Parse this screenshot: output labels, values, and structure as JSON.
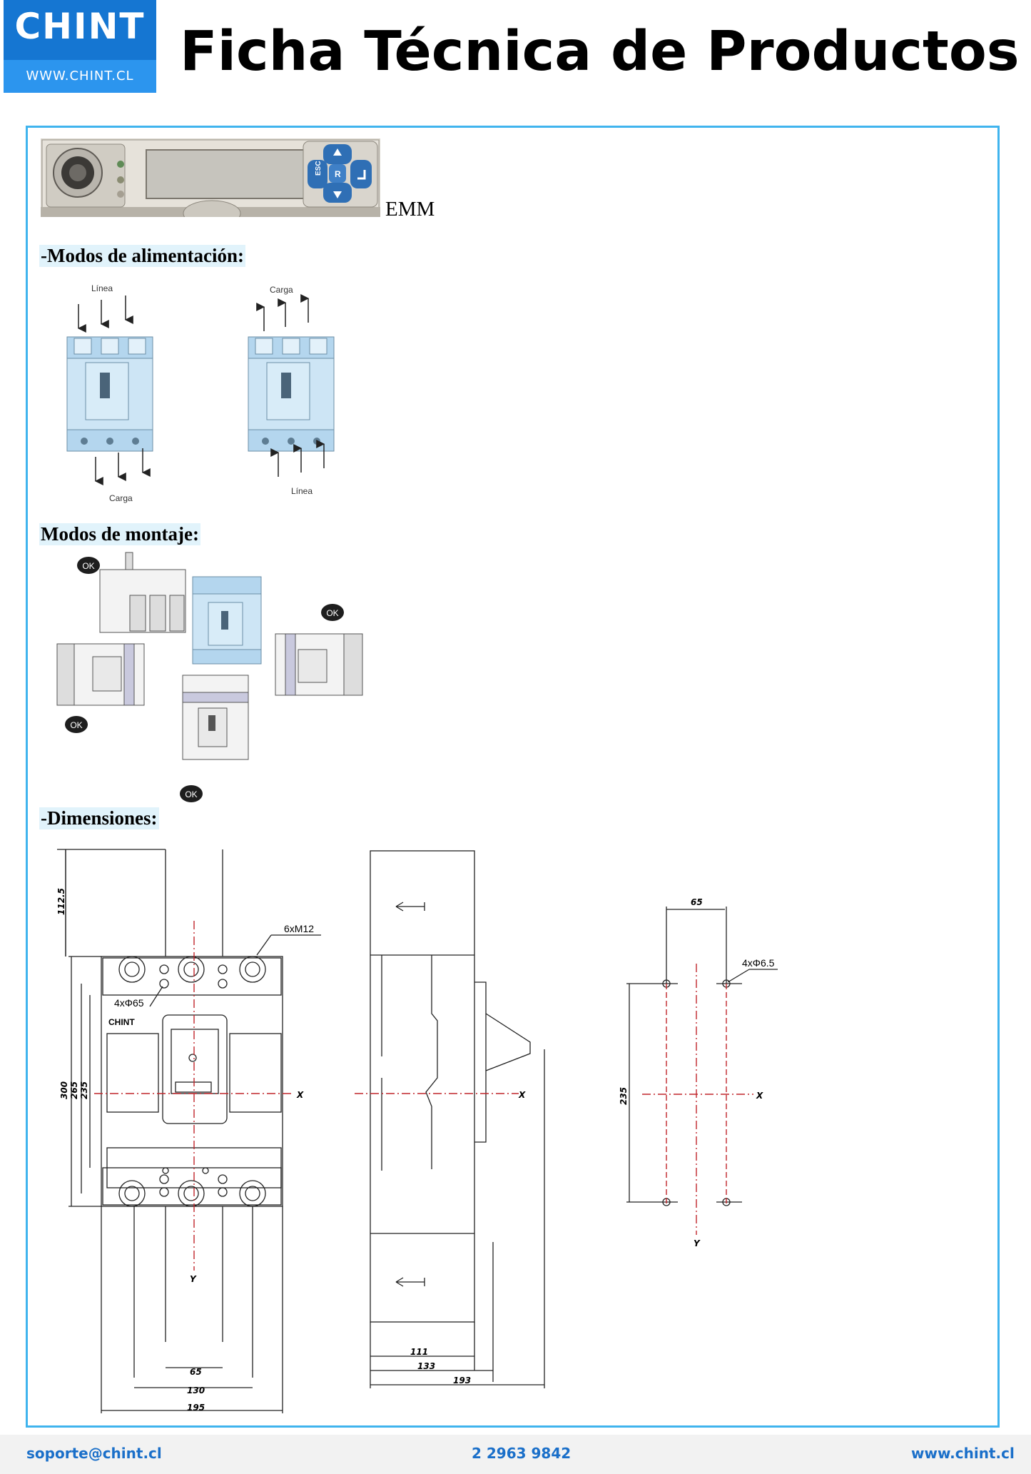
{
  "logo": {
    "brand": "CHINT",
    "website": "WWW.CHINT.CL"
  },
  "header": {
    "title": "Ficha Técnica de Productos"
  },
  "product": {
    "name": "EMM"
  },
  "sections": {
    "power": "-Modos de alimentación:",
    "mount": "Modos de montaje:",
    "dims": "-Dimensiones:"
  },
  "power_modes": {
    "linea": "Línea",
    "carga": "Carga"
  },
  "mount_badge": "OK",
  "emm_display": {
    "esc": "ESC",
    "r": "R"
  },
  "dimensions": {
    "front": {
      "d112": "112.5",
      "thread": "6xM12",
      "holes": "4xΦ65",
      "h300": "300",
      "h265": "265",
      "h235": "235",
      "w65": "65",
      "w130": "130",
      "w195": "195",
      "x": "X",
      "y": "Y",
      "brand": "CHINT"
    },
    "side": {
      "d111": "111",
      "d133": "133",
      "d193": "193",
      "x": "X"
    },
    "drill": {
      "w65": "65",
      "holes": "4xΦ6.5",
      "h235": "235",
      "x": "X",
      "y": "Y"
    }
  },
  "footer": {
    "email": "soporte@chint.cl",
    "phone": "2 2963 9842",
    "web": "www.chint.cl"
  }
}
